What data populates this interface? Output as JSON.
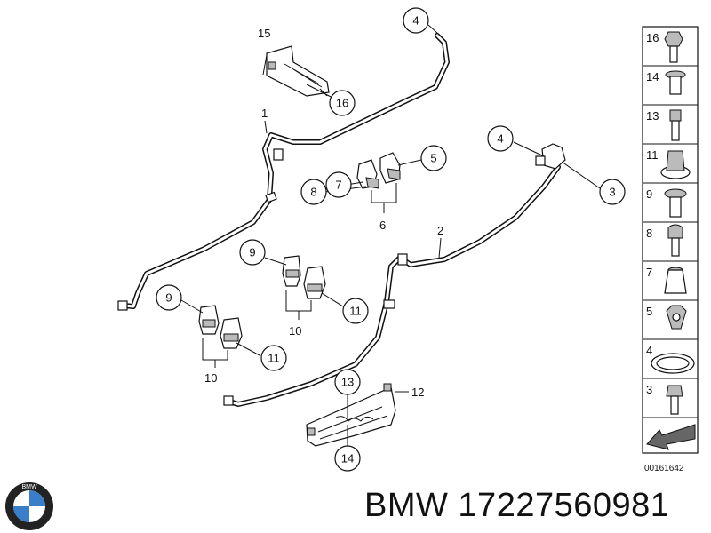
{
  "callouts": {
    "c4a": "4",
    "c16": "16",
    "c8": "8",
    "c7": "7",
    "c5": "5",
    "c4b": "4",
    "c3": "3",
    "c9a": "9",
    "c9b": "9",
    "c11a": "11",
    "c11b": "11",
    "c13": "13",
    "c14": "14"
  },
  "labels": {
    "l15": "15",
    "l1": "1",
    "l6": "6",
    "l2": "2",
    "l10a": "10",
    "l10b": "10",
    "l12": "12"
  },
  "side_panel": {
    "items": [
      "16",
      "14",
      "13",
      "11",
      "9",
      "8",
      "7",
      "5",
      "4",
      "3"
    ],
    "code": "00161642"
  },
  "brand": {
    "logo_text": "BMW",
    "caption": "BMW 17227560981"
  },
  "colors": {
    "line": "#111111",
    "background": "#ffffff",
    "logo_blue": "#3a7ec9"
  }
}
